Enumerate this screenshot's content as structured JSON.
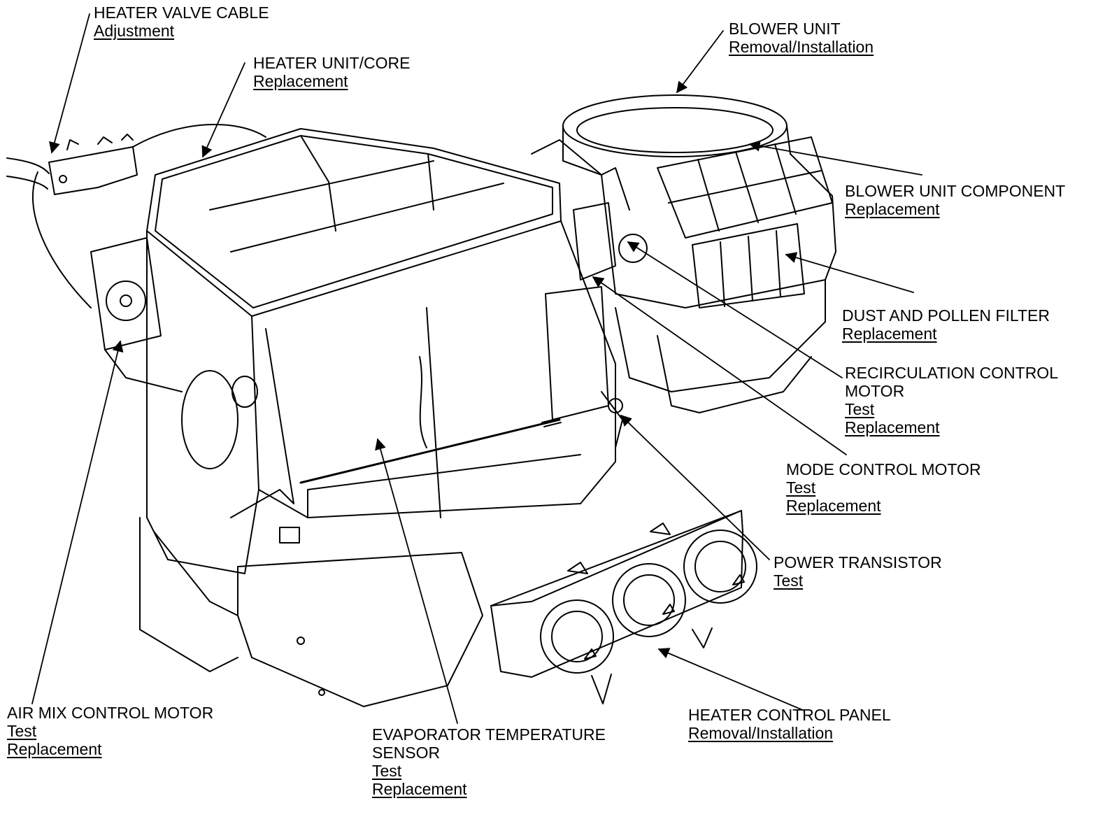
{
  "labels": {
    "heater_valve_cable": {
      "title": "HEATER VALVE CABLE",
      "links": [
        "Adjustment"
      ]
    },
    "heater_unit_core": {
      "title": "HEATER UNIT/CORE",
      "links": [
        "Replacement"
      ]
    },
    "blower_unit": {
      "title": "BLOWER UNIT",
      "links": [
        "Removal/Installation"
      ]
    },
    "blower_unit_component": {
      "title": "BLOWER UNIT COMPONENT",
      "links": [
        "Replacement"
      ]
    },
    "dust_pollen_filter": {
      "title": "DUST AND POLLEN FILTER",
      "links": [
        "Replacement"
      ]
    },
    "recirculation_motor": {
      "title1": "RECIRCULATION CONTROL",
      "title2": "MOTOR",
      "links": [
        "Test",
        "Replacement"
      ]
    },
    "mode_control_motor": {
      "title": "MODE CONTROL MOTOR",
      "links": [
        "Test",
        "Replacement"
      ]
    },
    "power_transistor": {
      "title": "POWER TRANSISTOR",
      "links": [
        "Test"
      ]
    },
    "air_mix_motor": {
      "title": "AIR MIX CONTROL MOTOR",
      "links": [
        "Test",
        "Replacement"
      ]
    },
    "evap_temp_sensor": {
      "title1": "EVAPORATOR TEMPERATURE",
      "title2": "SENSOR",
      "links": [
        "Test",
        "Replacement"
      ]
    },
    "heater_control_panel": {
      "title": "HEATER CONTROL PANEL",
      "links": [
        "Removal/Installation"
      ]
    }
  }
}
